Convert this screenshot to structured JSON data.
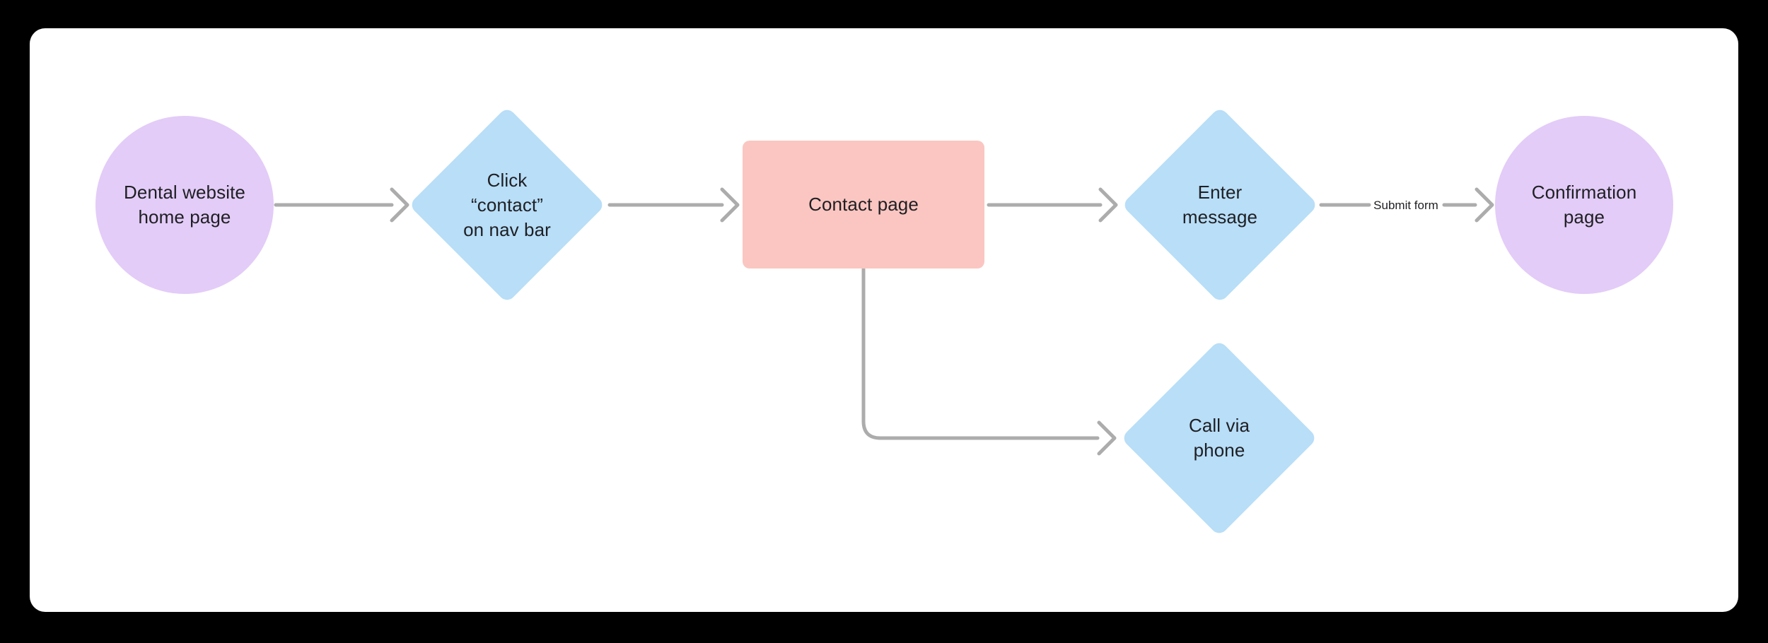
{
  "board": {
    "page_background": "#000000",
    "surface_background": "#FFFFFF"
  },
  "palette": {
    "node_lavender": "#E3CCF8",
    "node_blue": "#B8DEF8",
    "node_pink": "#FBC6C1",
    "connector_gray": "#ACACAC",
    "text_dark": "#1F1F23"
  },
  "nodes": [
    {
      "id": "dental-home",
      "shape": "circle",
      "lines": [
        "Dental website",
        "home page"
      ]
    },
    {
      "id": "click-contact",
      "shape": "diamond",
      "lines": [
        "Click",
        "“contact”",
        "on nav bar"
      ]
    },
    {
      "id": "contact-page",
      "shape": "rectangle",
      "lines": [
        "Contact page"
      ]
    },
    {
      "id": "enter-message",
      "shape": "diamond",
      "lines": [
        "Enter",
        "message"
      ]
    },
    {
      "id": "confirmation",
      "shape": "circle",
      "lines": [
        "Confirmation",
        "page"
      ]
    },
    {
      "id": "call-phone",
      "shape": "diamond",
      "lines": [
        "Call via",
        "phone"
      ]
    }
  ],
  "edges": [
    {
      "from": "dental-home",
      "to": "click-contact",
      "label": ""
    },
    {
      "from": "click-contact",
      "to": "contact-page",
      "label": ""
    },
    {
      "from": "contact-page",
      "to": "enter-message",
      "label": ""
    },
    {
      "from": "enter-message",
      "to": "confirmation",
      "label": "Submit form"
    },
    {
      "from": "contact-page",
      "to": "call-phone",
      "label": ""
    }
  ]
}
